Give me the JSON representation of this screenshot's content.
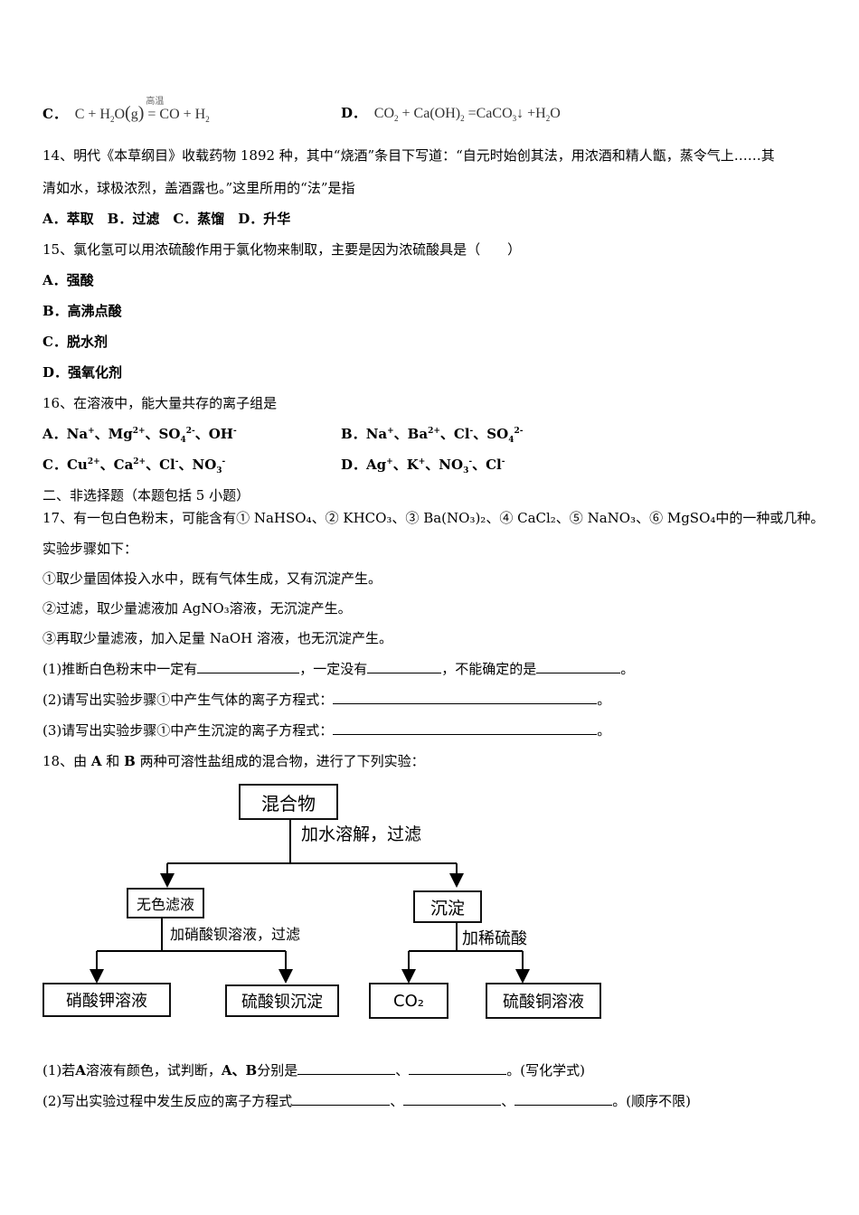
{
  "q13": {
    "optC_label": "C．",
    "optC_cond": "高温",
    "optD_label": "D．"
  },
  "q14": {
    "line1": "14、明代《本草纲目》收载药物 1892 种，其中“烧酒”条目下写道：“自元时始创其法，用浓酒和精人甑，蒸令气上……其",
    "line2": "清如水，球极浓烈，盖酒露也。”这里所用的“法”是指",
    "options": "A．萃取　B．过滤　C．蒸馏　D．升华"
  },
  "q15": {
    "stem": "15、氯化氢可以用浓硫酸作用于氯化物来制取，主要是因为浓硫酸具是（　　）",
    "optA": "A．强酸",
    "optB": "B．高沸点酸",
    "optC": "C．脱水剂",
    "optD": "D．强氧化剂"
  },
  "q16": {
    "stem": "16、在溶液中，能大量共存的离子组是",
    "optA_label": "A．",
    "optB_label": "B．",
    "optC_label": "C．",
    "optD_label": "D．"
  },
  "section2": "二、非选择题（本题包括 5 小题）",
  "q17": {
    "stem": "17、有一包白色粉末，可能含有① NaHSO₄、② KHCO₃、③ Ba(NO₃)₂、④ CaCl₂、⑤ NaNO₃、⑥ MgSO₄中的一种或几种。",
    "steps_title": "实验步骤如下：",
    "step1": "①取少量固体投入水中，既有气体生成，又有沉淀产生。",
    "step2": "②过滤，取少量滤液加 AgNO₃溶液，无沉淀产生。",
    "step3": "③再取少量滤液，加入足量 NaOH 溶液，也无沉淀产生。",
    "sub1_a": "(1)推断白色粉末中一定有",
    "sub1_b": "，一定没有",
    "sub1_c": "，不能确定的是",
    "sub1_d": "。",
    "sub2": "(2)请写出实验步骤①中产生气体的离子方程式：",
    "sub3": "(3)请写出实验步骤①中产生沉淀的离子方程式：",
    "end": "。"
  },
  "q18": {
    "stem_a": "18、由",
    "stem_A": "A",
    "stem_b": "和",
    "stem_B": "B",
    "stem_c": "两种可溶性盐组成的混合物，进行了下列实验：",
    "diagram": {
      "mixture": "混合物",
      "step1": "加水溶解，过滤",
      "filtrate": "无色滤液",
      "precipitate": "沉淀",
      "step2": "加硝酸钡溶液，过滤",
      "step3": "加稀硫酸",
      "kno3": "硝酸钾溶液",
      "baso4": "硫酸钡沉淀",
      "co2": "CO₂",
      "cuso4": "硫酸铜溶液"
    },
    "sub1_a": "(1)若",
    "sub1_A": "A",
    "sub1_b": "溶液有颜色，试判断，",
    "sub1_AB": "A、B",
    "sub1_c": "分别是",
    "sub1_sep": "、",
    "sub1_d": "。(写化学式)",
    "sub2_a": "(2)写出实验过程中发生反应的离子方程式",
    "sub2_sep": "、",
    "sub2_d": "。(顺序不限)"
  }
}
